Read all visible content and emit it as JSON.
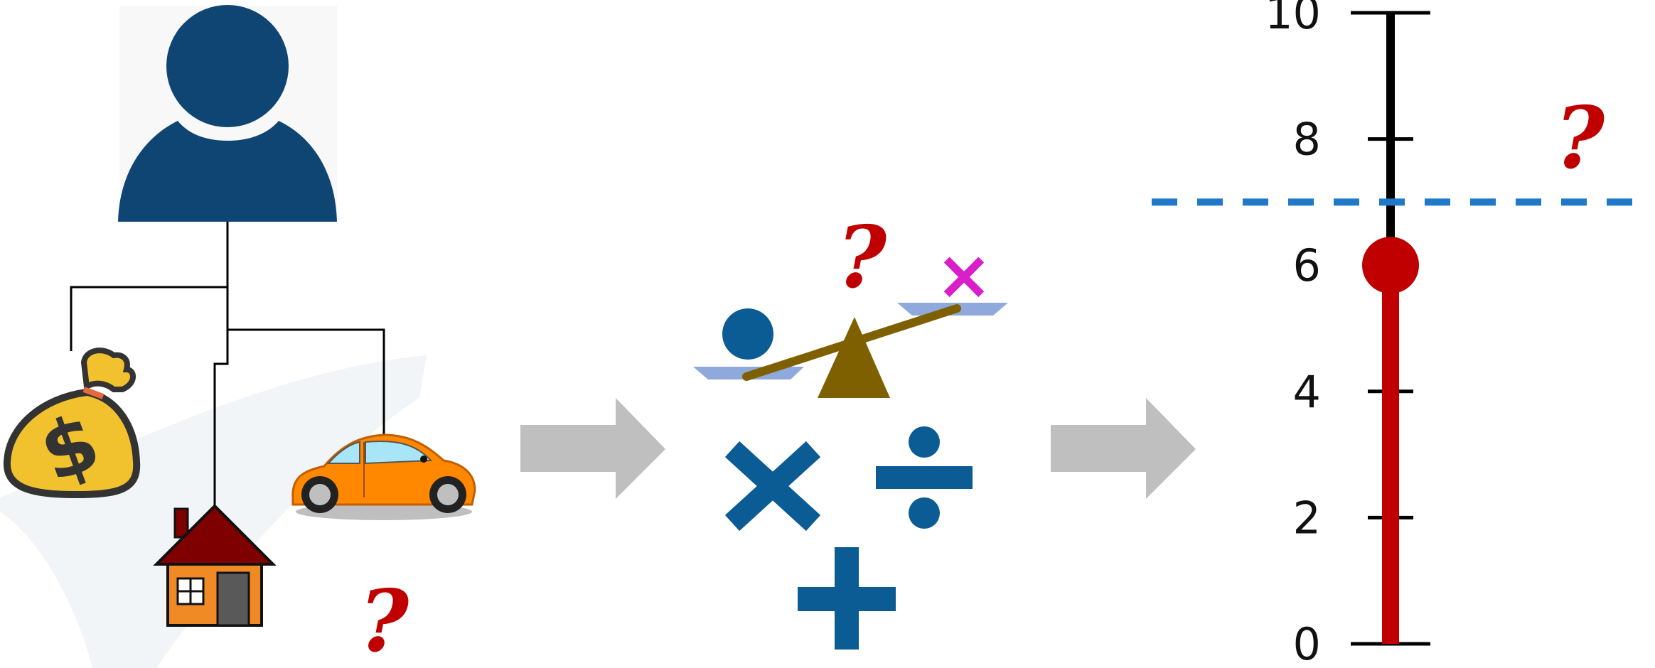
{
  "colors": {
    "navy": "#0f4573",
    "blue": "#0b5b95",
    "red": "#c00000",
    "gray_arrow": "#bfbfbf",
    "dashed_line": "#1f78c8",
    "magenta": "#d81fc8",
    "olive": "#7f6000",
    "tray": "#8fa9dc",
    "house_wall": "#f08a24",
    "house_roof": "#7f0000",
    "car": "#ff8800",
    "bag": "#f2c12e"
  },
  "icons": {
    "person": "person-icon",
    "money": "money-bag-icon",
    "house": "house-icon",
    "car": "car-icon",
    "balance": "balance-scale-icon",
    "multiply": "multiply-icon",
    "divide": "divide-icon",
    "plus": "plus-icon",
    "arrow": "right-arrow-icon"
  },
  "left_panel": {
    "question_mark": "?",
    "money_symbol": "$"
  },
  "middle_panel": {
    "question_mark": "?",
    "cross_mark": "×"
  },
  "chart_data": {
    "type": "bar",
    "ylim": [
      0,
      10
    ],
    "yticks": [
      0,
      2,
      4,
      6,
      8,
      10
    ],
    "ytick_labels": [
      "0",
      "2",
      "4",
      "6",
      "8",
      "10"
    ],
    "value": 6,
    "threshold": 7,
    "question_mark": "?"
  }
}
